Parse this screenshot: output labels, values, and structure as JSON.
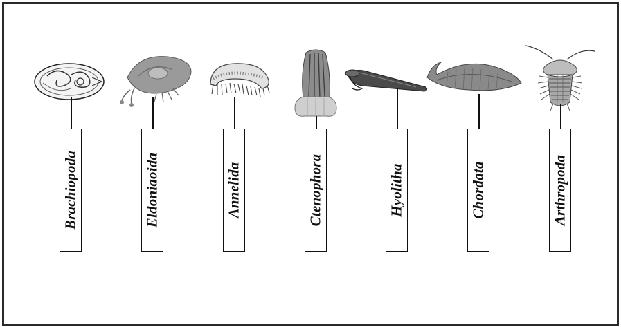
{
  "taxa": [
    {
      "label": "Brachiopoda",
      "icon": "brachiopod-shell-icon"
    },
    {
      "label": "Eldoniaoida",
      "icon": "eldonia-disc-icon"
    },
    {
      "label": "Annelida",
      "icon": "annelid-worm-icon"
    },
    {
      "label": "Ctenophora",
      "icon": "ctenophore-comb-jelly-icon"
    },
    {
      "label": "Hyolitha",
      "icon": "hyolith-cone-icon"
    },
    {
      "label": "Chordata",
      "icon": "chordate-fish-icon"
    },
    {
      "label": "Arthropoda",
      "icon": "trilobite-icon"
    }
  ],
  "colors": {
    "frame": "#2a2a2a",
    "ink": "#111111",
    "illustration": "#7a7a7a"
  }
}
